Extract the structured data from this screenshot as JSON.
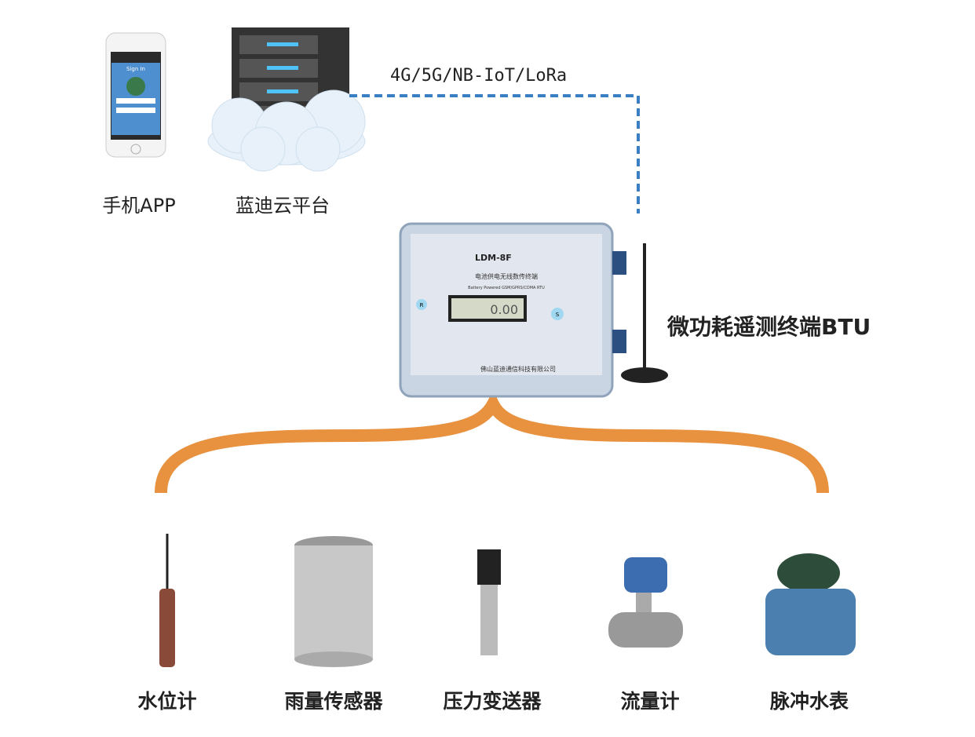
{
  "top": {
    "phone_label": "手机APP",
    "phone_screen_title": "Sign In",
    "cloud_label": "蓝迪云平台",
    "network_label": "4G/5G/NB-IoT/LoRa"
  },
  "device": {
    "label": "微功耗遥测终端BTU",
    "model": "LDM-8F",
    "title_cn": "电池供电无线数传终端",
    "title_en": "Battery Powered GSM/GPRS/CDMA RTU",
    "display_value": "0.00",
    "company": "佛山蓝迪通信科技有限公司",
    "button_left": "R",
    "button_right": "S"
  },
  "sensors": [
    {
      "label": "水位计"
    },
    {
      "label": "雨量传感器"
    },
    {
      "label": "压力变送器"
    },
    {
      "label": "流量计"
    },
    {
      "label": "脉冲水表"
    }
  ],
  "colors": {
    "brace": "#E8913F",
    "link": "#3A7FC4",
    "device": "#B9C8DA"
  }
}
